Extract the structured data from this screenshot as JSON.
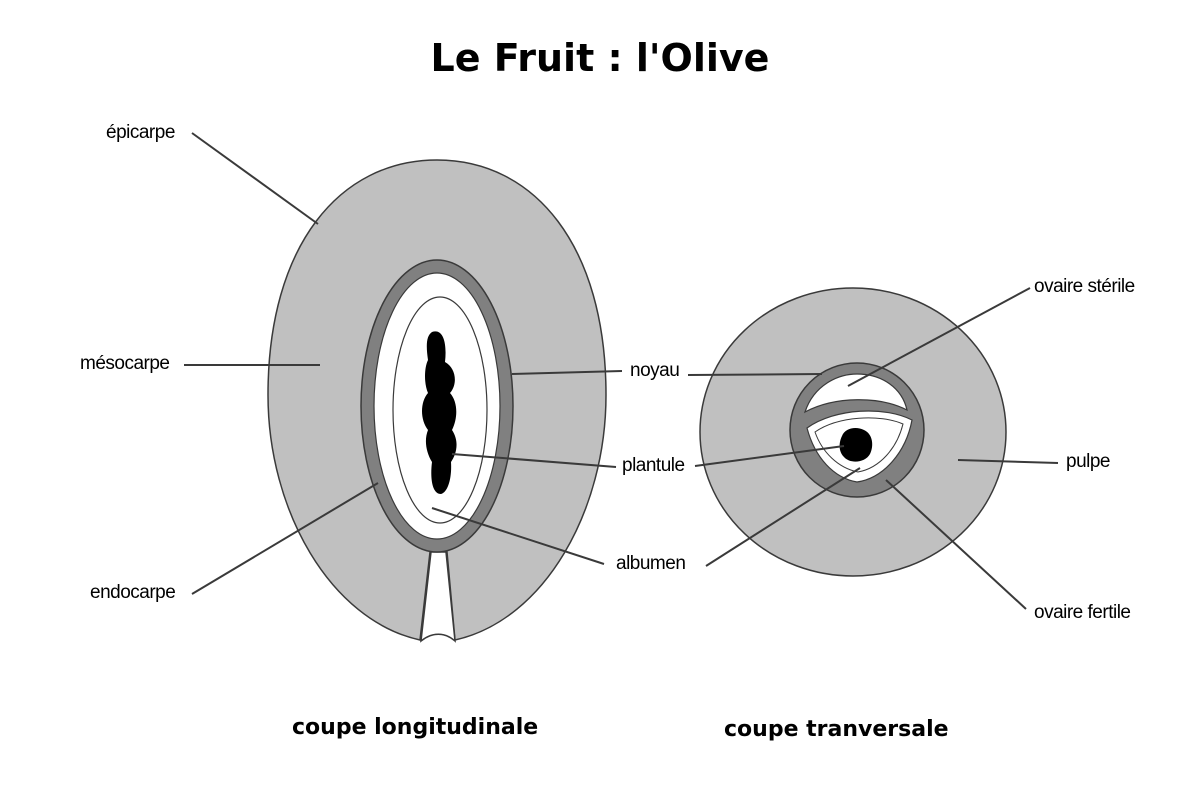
{
  "title": "Le Fruit : l'Olive",
  "labels": {
    "epicarpe": "épicarpe",
    "mesocarpe": "mésocarpe",
    "endocarpe": "endocarpe",
    "noyau": "noyau",
    "plantule": "plantule",
    "albumen": "albumen",
    "ovaire_sterile": "ovaire stérile",
    "pulpe": "pulpe",
    "ovaire_fertile": "ovaire fertile"
  },
  "captions": {
    "longitudinal": "coupe longitudinale",
    "transversal": "coupe tranversale"
  },
  "colors": {
    "pulp": "#c0c0c0",
    "endocarp": "#808080",
    "embryo": "#000000",
    "outline": "#3a3a3a",
    "background": "#ffffff"
  }
}
